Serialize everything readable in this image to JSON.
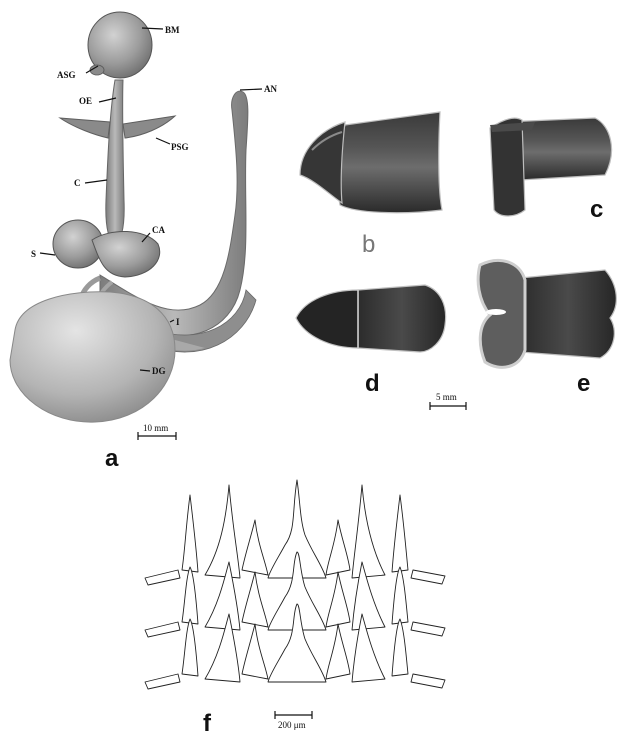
{
  "panels": {
    "a": "a",
    "b": "b",
    "c": "c",
    "d": "d",
    "e": "e",
    "f": "f"
  },
  "anatomy_labels": {
    "bm": "BM",
    "asg": "ASG",
    "oe": "OE",
    "psg": "PSG",
    "c": "C",
    "ca": "CA",
    "s": "S",
    "i": "I",
    "dg": "DG",
    "an": "AN"
  },
  "scale_bars": {
    "a": "10 mm",
    "beak": "5 mm",
    "radula": "200 μm"
  },
  "colors": {
    "organ_fill": "#9a9a9a",
    "organ_dark": "#6f6f6f",
    "beak_dark": "#2e2e2e",
    "beak_edge": "#c9c9c9",
    "line": "#111111"
  }
}
